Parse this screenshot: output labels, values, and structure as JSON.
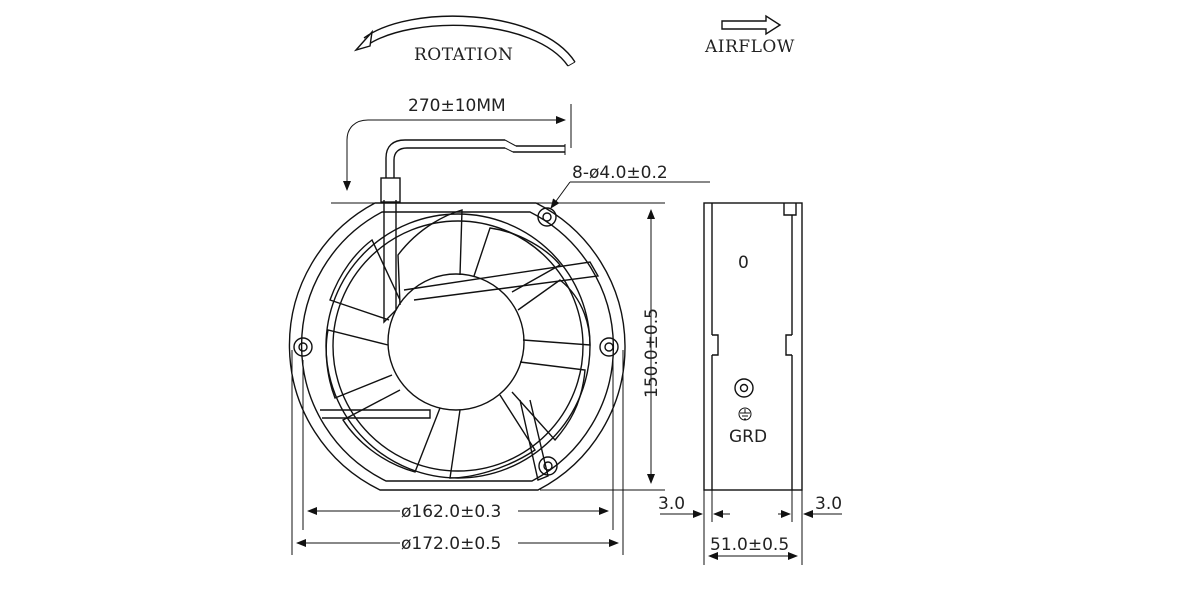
{
  "labels": {
    "rotation": "ROTATION",
    "airflow": "AIRFLOW",
    "lead_length": "270±10MM",
    "mount_holes": "8-ø4.0±0.2",
    "height": "150.0±0.5",
    "inner_diameter": "ø162.0±0.3",
    "outer_diameter": "ø172.0±0.5",
    "rib_left": "3.0",
    "rib_right": "3.0",
    "depth": "51.0±0.5",
    "ground": "GRD",
    "side_mark": "0"
  },
  "icons": {
    "rotation_arrow": "curved-arrow-ccw-icon",
    "airflow_arrow": "hollow-arrow-right-icon",
    "ground": "ground-symbol-icon",
    "terminal": "terminal-screw-icon"
  }
}
